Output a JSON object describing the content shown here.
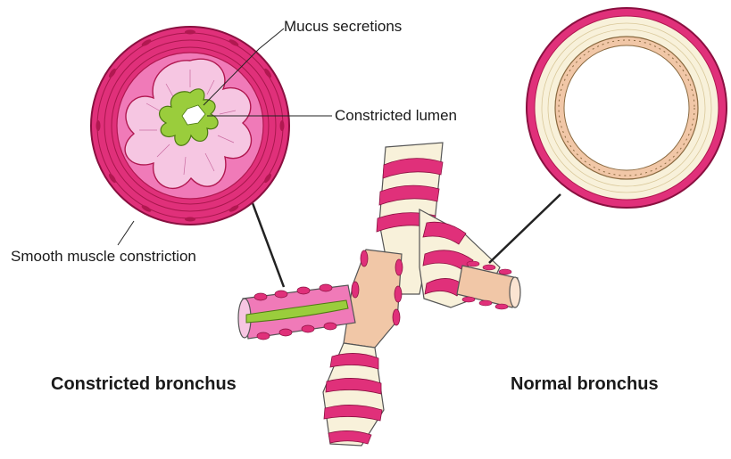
{
  "labels": {
    "mucus": "Mucus secretions",
    "lumen": "Constricted lumen",
    "muscle": "Smooth muscle constriction",
    "constricted": "Constricted bronchus",
    "normal": "Normal bronchus"
  },
  "colors": {
    "muscle_magenta": "#e0307a",
    "muscle_dark": "#b01850",
    "wall_pink": "#f07ab8",
    "mucosa_light": "#f6c6e2",
    "mucus_green": "#9acd3c",
    "cartilage_cream": "#f8f1da",
    "lumen_tan": "#f1c7a7"
  }
}
